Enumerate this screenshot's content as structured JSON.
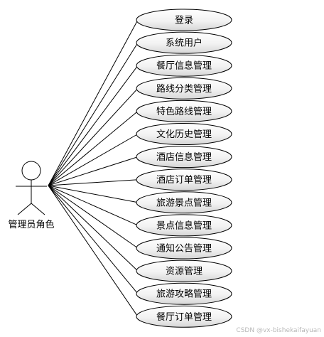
{
  "actor": {
    "label": "管理员角色"
  },
  "use_cases": [
    {
      "label": "登录"
    },
    {
      "label": "系统用户"
    },
    {
      "label": "餐厅信息管理"
    },
    {
      "label": "路线分类管理"
    },
    {
      "label": "特色路线管理"
    },
    {
      "label": "文化历史管理"
    },
    {
      "label": "酒店信息管理"
    },
    {
      "label": "酒店订单管理"
    },
    {
      "label": "旅游景点管理"
    },
    {
      "label": "景点信息管理"
    },
    {
      "label": "通知公告管理"
    },
    {
      "label": "资源管理"
    },
    {
      "label": "旅游攻略管理"
    },
    {
      "label": "餐厅订单管理"
    }
  ],
  "watermark": "CSDN @vx-bishekaifayuan",
  "colors": {
    "ellipse_top": "#ffffff",
    "ellipse_bottom": "#d9d9d9",
    "stroke": "#000000"
  }
}
